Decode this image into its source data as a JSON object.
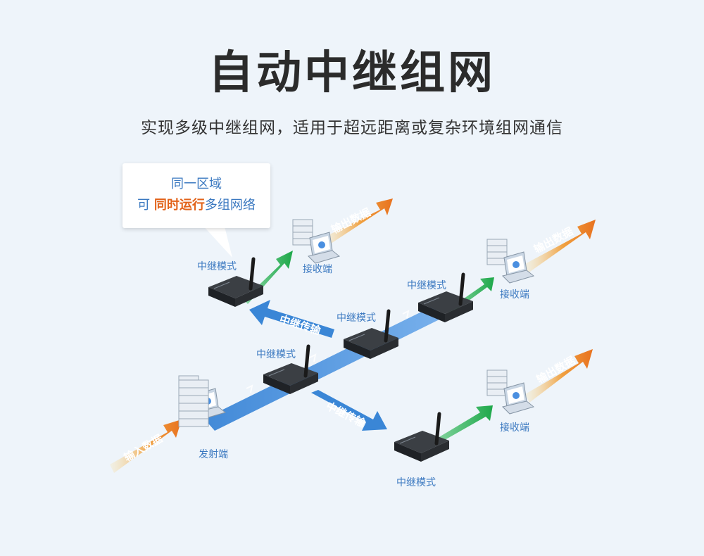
{
  "title": "自动中继组网",
  "subtitle": "实现多级中继组网，适用于超远距离或复杂环境组网通信",
  "bubble": {
    "line1": "同一区域",
    "line2_prefix": "可 ",
    "line2_highlight": "同时运行",
    "line2_suffix": "多组网络"
  },
  "labels": {
    "relay_mode": "中继模式",
    "receiver": "接收端",
    "sender": "发射端",
    "output_data": "输出数据",
    "input_data": "输入数据",
    "relay_transfer": "中继传输"
  },
  "colors": {
    "green_arrow": "#1ea84a",
    "blue_arrow": "#3a86d6",
    "orange_arrow": "#e8721f",
    "label_blue": "#3a78c0",
    "highlight": "#e2631a"
  }
}
